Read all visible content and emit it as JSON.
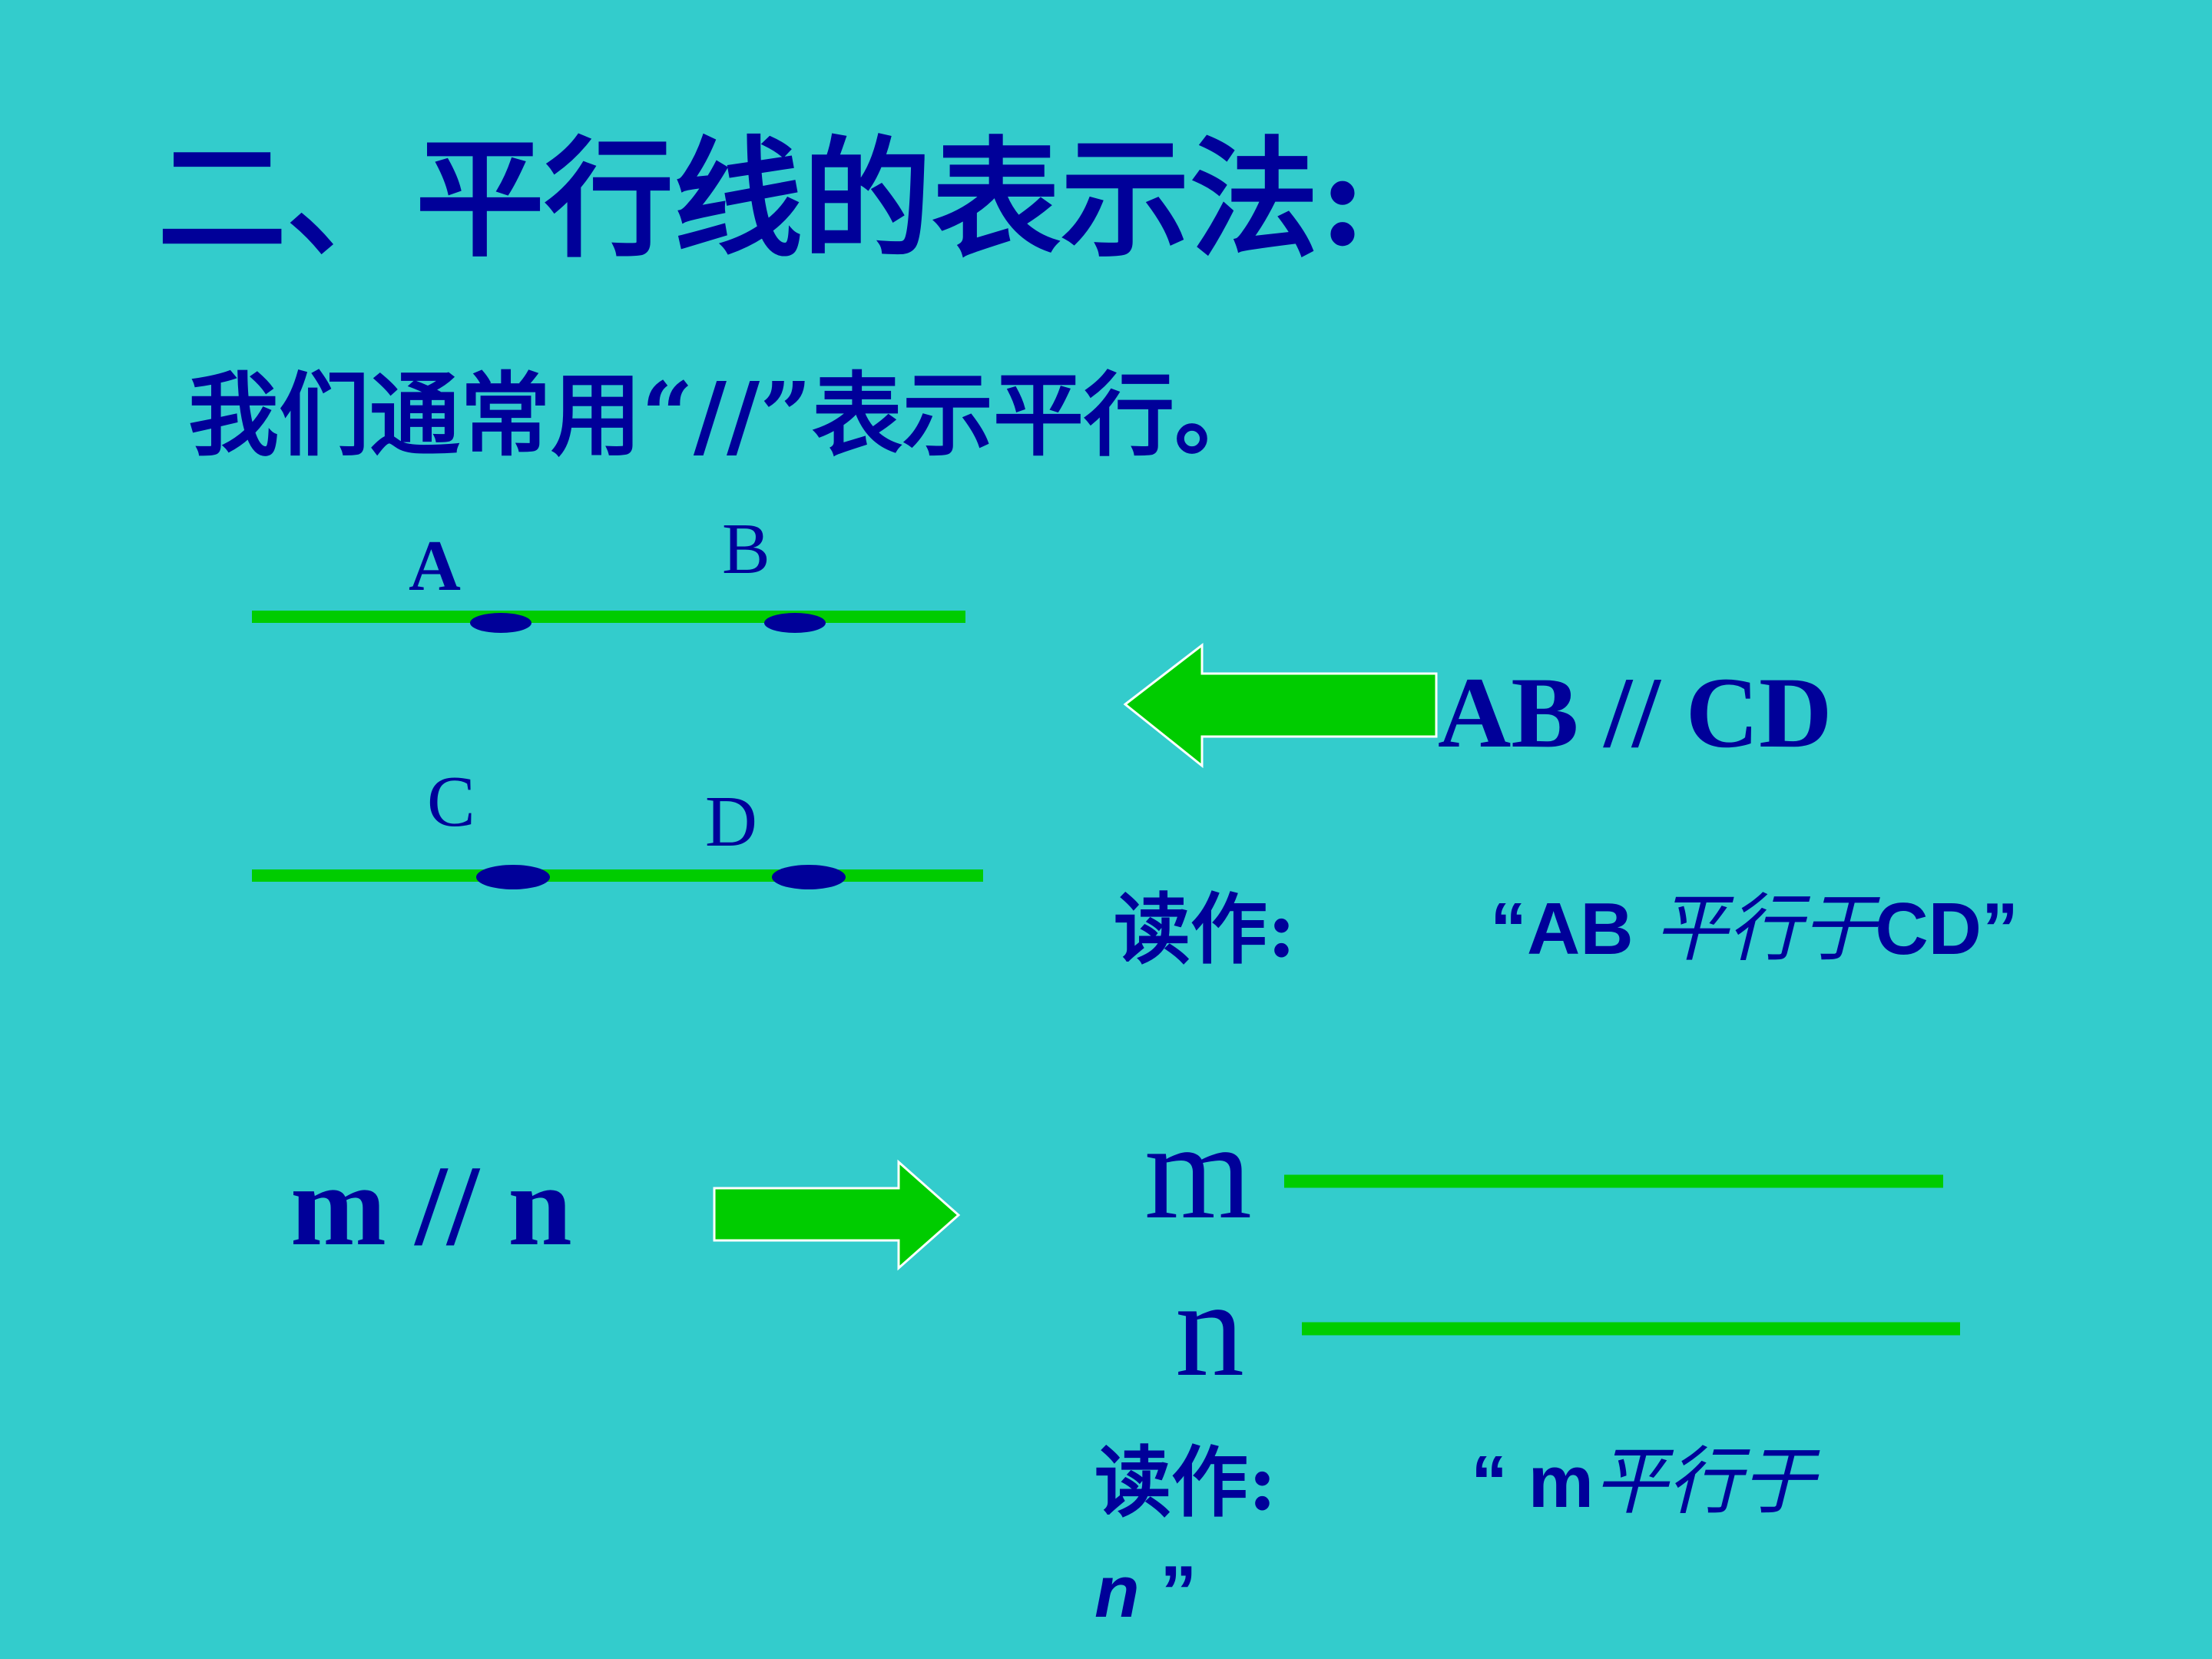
{
  "slide": {
    "title": "二、平行线的表示法:",
    "subtitle": "我们通常用“//”表示平行。",
    "points": {
      "a": "A",
      "b": "B",
      "c": "C",
      "d": "D"
    },
    "ab_cd": "AB // CD",
    "reading_1": {
      "prefix": "读作:",
      "quote_open": "“AB ",
      "italic": "平行于",
      "quote_close": "CD”"
    },
    "m_par_n": "m // n",
    "lines": {
      "m": "m",
      "n": "n"
    },
    "reading_2": {
      "prefix": "读作:",
      "quote_open": "“ ",
      "bold_m": "m",
      "italic": "平行于",
      "cont_n": "n",
      "quote_close": " ”"
    }
  },
  "colors": {
    "background": "#33CCCC",
    "text": "#000099",
    "line": "#00CC00",
    "arrow": "#00CC00",
    "point": "#000099"
  }
}
